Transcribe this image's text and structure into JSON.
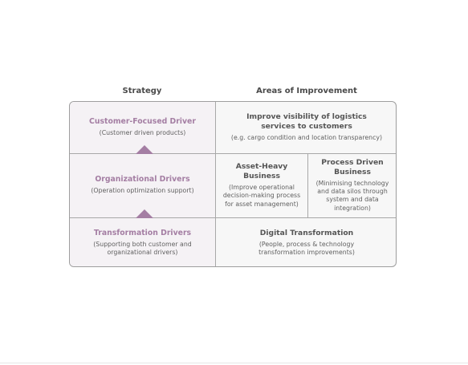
{
  "headers": {
    "strategy": "Strategy",
    "areas": "Areas of Improvement"
  },
  "rows": [
    {
      "driver_title": "Customer-Focused Driver",
      "driver_sub": "(Customer driven products)",
      "area_title": "Improve visibility of logistics services to customers",
      "area_sub": "(e.g. cargo condition and location transparency)"
    },
    {
      "driver_title": "Organizational Drivers",
      "driver_sub": "(Operation optimization support)",
      "area_a_title": "Asset-Heavy Business",
      "area_a_sub": "(Improve operational decision-making process for asset management)",
      "area_b_title": "Process Driven Business",
      "area_b_sub": "(Minimising technology and data silos through system and data integration)"
    },
    {
      "driver_title": "Transformation Drivers",
      "driver_sub": "(Supporting both customer and organizational drivers)",
      "area_title": "Digital Transformation",
      "area_sub": "(People, process & technology transformation improvements)"
    }
  ],
  "colors": {
    "accent": "#a47ea3",
    "border": "#9e9e9e",
    "left_fill": "#f5f2f5",
    "right_fill": "#f7f7f7"
  }
}
